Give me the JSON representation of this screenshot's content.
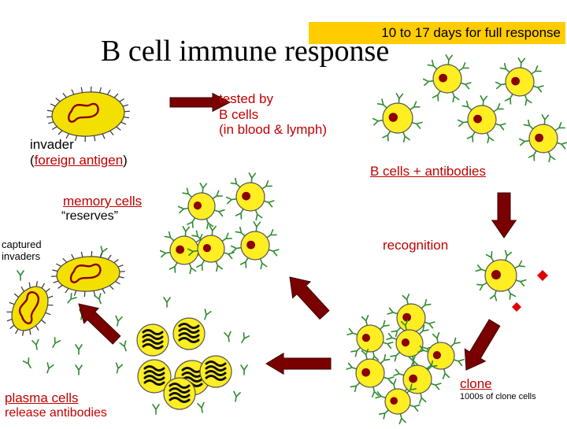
{
  "title": "B cell immune response",
  "banner": "10 to 17 days for full response",
  "labels": {
    "invader_line1": "invader",
    "invader_paren_open": "(",
    "invader_line2": "foreign antigen",
    "invader_paren_close": ")",
    "tested_line1": "tested by",
    "tested_line2": "B cells",
    "tested_line3": "(in blood & lymph)",
    "bcells_antibodies": "B cells + antibodies",
    "recognition": "recognition",
    "clone": "clone",
    "clone_sub": "1000s of clone cells",
    "memory_cells": "memory cells",
    "reserves": "“reserves”",
    "captured_line1": "captured",
    "captured_line2": "invaders",
    "plasma_cells": "plasma cells",
    "release_antibodies": "release antibodies"
  },
  "colors": {
    "cell_fill": "#ffee22",
    "cell_outline": "#555555",
    "nucleus": "#8b0000",
    "arrow": "#7a0000",
    "antibody": "#2e8b2e",
    "antigen_fill": "#f3e000",
    "plasma_nucleus": "#111111",
    "label_red": "#c00000",
    "banner": "#ffcc00",
    "antigen_marker": "#e00000"
  }
}
